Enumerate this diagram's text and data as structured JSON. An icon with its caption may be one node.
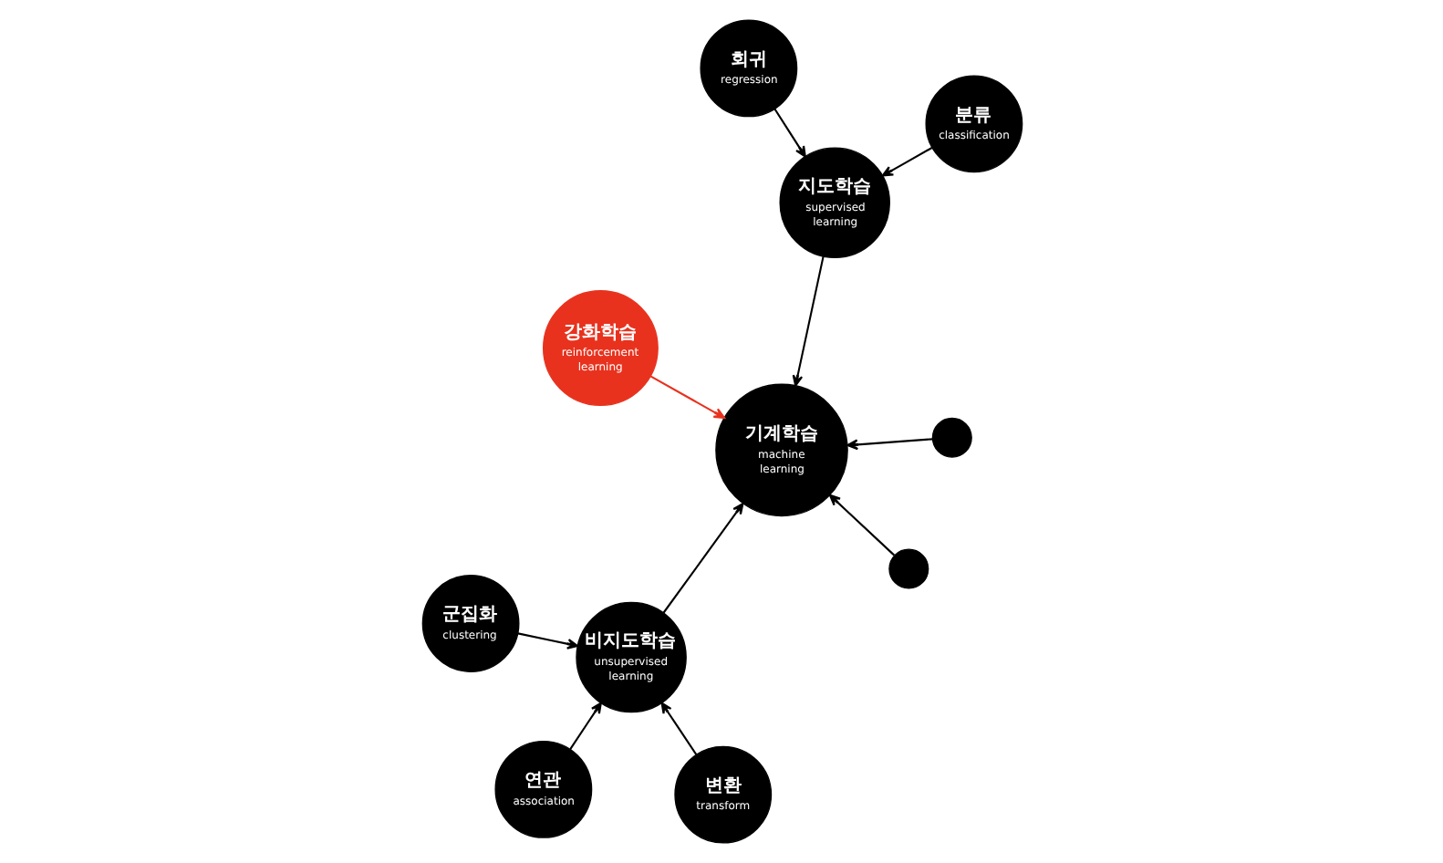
{
  "diagram": {
    "nodes": [
      {
        "text": [
          "강화학습",
          "reinforcement learning"
        ]
      },
      {
        "text": [
          "분류",
          "classification"
        ]
      },
      {
        "text": [
          "회귀",
          "regression"
        ]
      },
      {
        "text": [
          "지도학습",
          "supervised learning"
        ]
      },
      {
        "text": [
          "기계학습",
          "machine learning"
        ]
      },
      {
        "text": [
          "비지도학습",
          "unsupervised learning"
        ]
      },
      {
        "text": [
          "군집화",
          "clustering"
        ]
      },
      {
        "text": [
          "변환",
          "transform"
        ]
      },
      {
        "text": [
          "연관",
          "association"
        ]
      },
      {
        "text": [],
        "shape": "circle"
      },
      {
        "text": [],
        "shape": "circle"
      }
    ],
    "edges": [
      {
        "from": 0,
        "to": 4,
        "arrow": "to",
        "color": "#e8321e"
      },
      {
        "from": 1,
        "to": 3,
        "arrow": "to"
      },
      {
        "from": 2,
        "to": 3,
        "arrow": "to"
      },
      {
        "from": 3,
        "to": 4,
        "arrow": "to"
      },
      {
        "from": 5,
        "to": 4,
        "arrow": "to"
      },
      {
        "from": 6,
        "to": 5,
        "arrow": "to"
      },
      {
        "from": 7,
        "to": 5,
        "arrow": "to"
      },
      {
        "from": 8,
        "to": 5,
        "arrow": "to"
      },
      {
        "from": 9,
        "to": 4,
        "arrow": "to"
      },
      {
        "from": 10,
        "to": 4,
        "arrow": "to"
      }
    ]
  }
}
